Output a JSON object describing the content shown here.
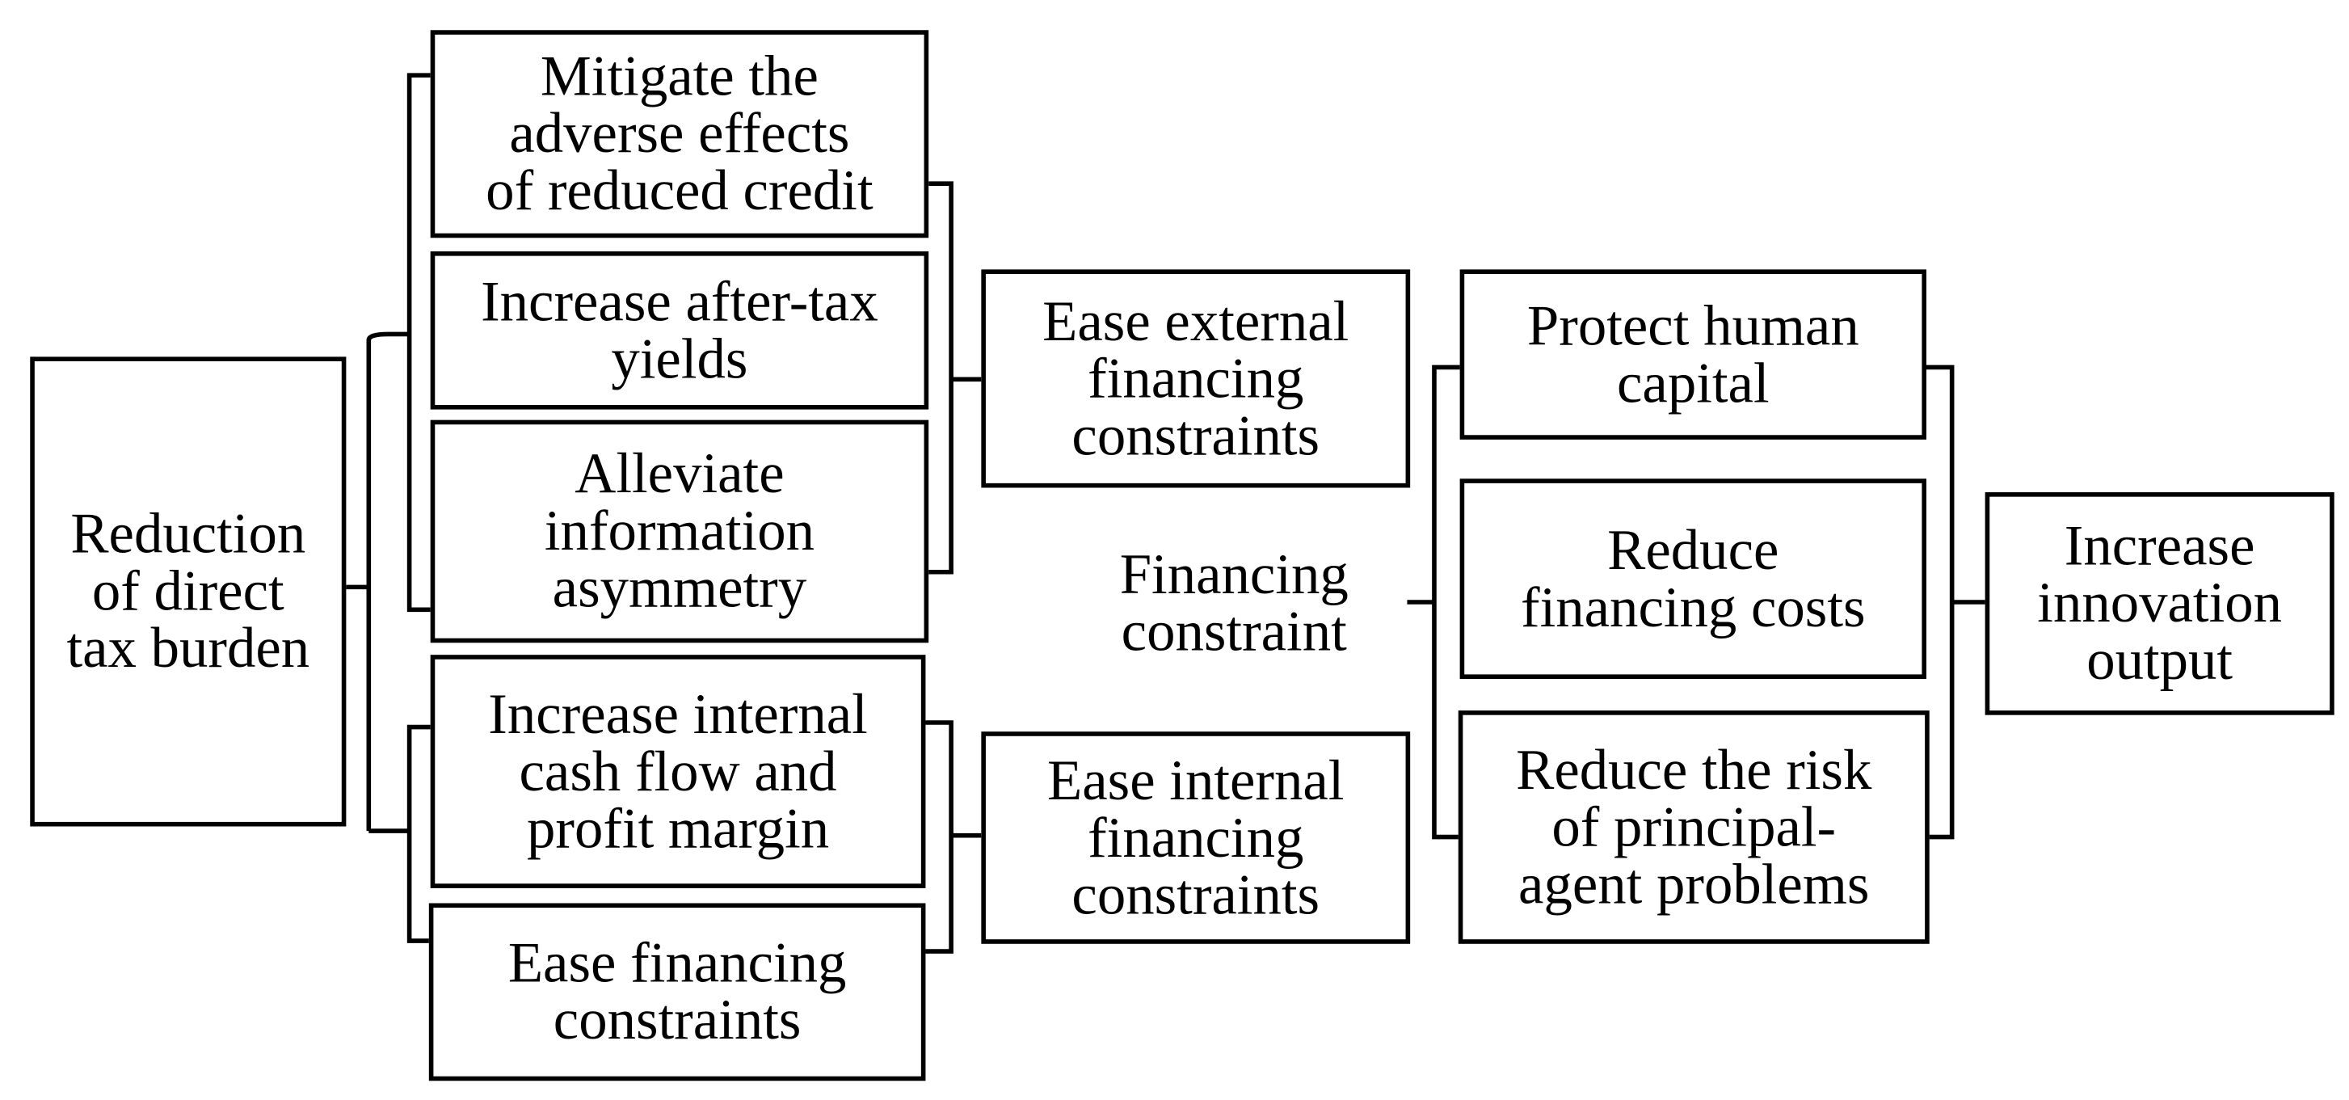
{
  "diagram": {
    "source": "Reduction\nof direct\ntax burden",
    "external_mechanisms": [
      "Mitigate the\nadverse effects\nof reduced credit",
      "Increase after-tax\nyields",
      "Alleviate\ninformation\nasymmetry"
    ],
    "internal_mechanisms": [
      "Increase internal\ncash flow and\nprofit margin",
      "Ease financing\nconstraints"
    ],
    "ease_external": "Ease external\nfinancing\nconstraints",
    "ease_internal": "Ease internal\nfinancing\nconstraints",
    "financing_constraint_label": "Financing\nconstraint",
    "effects": [
      "Protect human\ncapital",
      "Reduce\nfinancing costs",
      "Reduce the risk\nof principal-\nagent problems"
    ],
    "outcome": "Increase\ninnovation\noutput"
  }
}
